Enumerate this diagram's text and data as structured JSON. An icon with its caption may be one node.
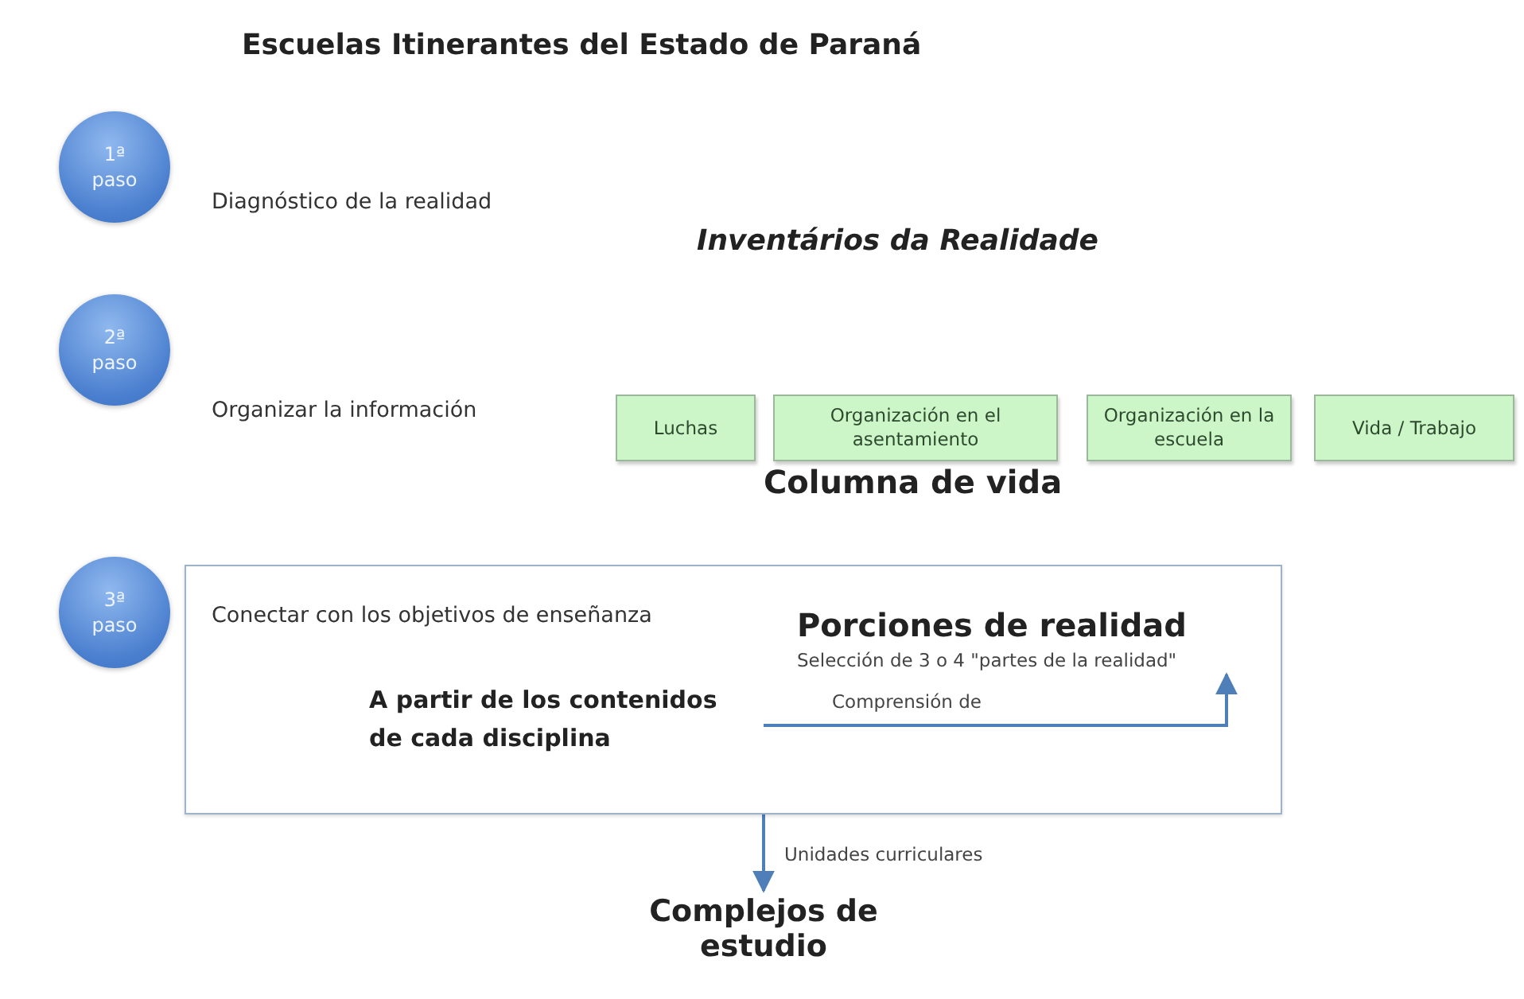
{
  "diagram": {
    "title": "Escuelas Itinerantes del Estado de Paraná",
    "nodes": [
      {
        "text": [
          "1ª paso"
        ],
        "beside": [
          "Diagnóstico de la realidad"
        ]
      },
      {
        "text": [
          "2ª paso"
        ],
        "beside": [
          "Organizar la información"
        ]
      },
      {
        "text": [
          "3ª paso"
        ]
      },
      {
        "text": [
          "Luchas"
        ]
      },
      {
        "text": [
          "Organización en el asentamiento"
        ]
      },
      {
        "text": [
          "Organización en la escuela"
        ]
      },
      {
        "text": [
          "Vida / Trabajo"
        ]
      },
      {
        "text": [
          "Conectar con los objetivos de enseñanza"
        ]
      },
      {
        "text": [
          "A partir de los contenidos de cada disciplina"
        ],
        "in": 7
      },
      {
        "text": [
          "Porciones de realidad",
          "Selección de 3 o 4 \"partes de la realidad\""
        ],
        "in": 7
      },
      {
        "text": [
          "Complejos de estudio"
        ]
      }
    ],
    "edges": [
      {
        "from": 8,
        "to": 9,
        "arrow": "to",
        "label": "Comprensión de"
      },
      {
        "from": 7,
        "to": 10,
        "arrow": "to",
        "label": "Unidades curriculares"
      }
    ],
    "labels": [
      "Inventários da Realidade",
      "Columna de vida"
    ]
  }
}
